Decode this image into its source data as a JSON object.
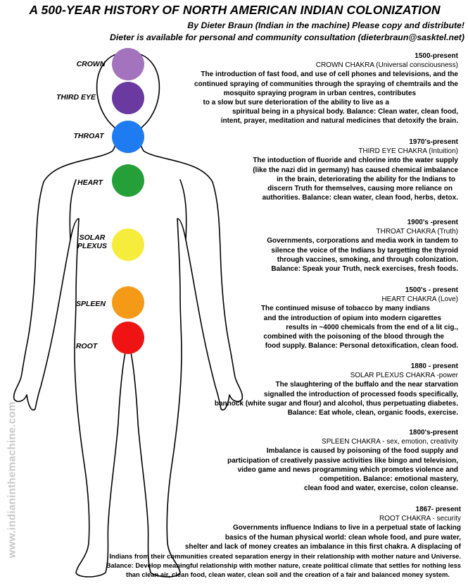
{
  "header": {
    "title": "A 500-YEAR HISTORY OF NORTH AMERICAN INDIAN COLONIZATION",
    "byline": "By Dieter Braun (Indian in the machine)  Please copy and distribute!",
    "contact": "Dieter is available for personal and community consultation (dieterbraun@sasktel.net)"
  },
  "watermark": "www.indianinthemachine.com",
  "chakras": [
    {
      "label": "CROWN",
      "color": "#a373bd"
    },
    {
      "label": "THIRD EYE",
      "color": "#6a3aa0"
    },
    {
      "label": "THROAT",
      "color": "#1e7cf0"
    },
    {
      "label": "HEART",
      "color": "#25a038"
    },
    {
      "label_line1": "SOLAR",
      "label_line2": "PLEXUS",
      "color": "#f6ec3c"
    },
    {
      "label": "SPLEEN",
      "color": "#f59a17"
    },
    {
      "label": "ROOT",
      "color": "#f01313"
    }
  ],
  "sections": [
    {
      "lines": [
        "1500-present",
        "CROWN CHAKRA (Universal consciousness)",
        "The introduction of fast food, and use of cell phones and televisions, and the",
        "continued spraying of communities through the spraying of chemtrails and the",
        "mosquito spraying program in urban centres, contributes",
        "to a slow but sure deterioration of the ability to live as a",
        "spiritual being in a physical body.  Balance:  Clean water, clean food,",
        "intent, prayer, meditation and natural medicines that detoxify the brain."
      ]
    },
    {
      "lines": [
        "1970's-present",
        "THIRD EYE CHAKRA (Intuition)",
        "The intoduction of fluoride and chlorine into the water supply",
        "(like the nazi did in germany) has caused chemical imbalance",
        "in the brain, deteriorating the ability for the Indians to",
        "discern Truth for themselves, causing more reliance on",
        "authorities.  Balance: clean water, clean food, herbs, detox."
      ]
    },
    {
      "lines": [
        "1900's -present",
        "THROAT CHAKRA (Truth)",
        "Governments, corporations and media work in tandem to",
        "silence the voice of the Indians by targetting the thyroid",
        "through vaccines, smoking, and through colonization.",
        "Balance:  Speak your Truth, neck exercises, fresh foods."
      ]
    },
    {
      "lines": [
        "1500's - present",
        "HEART CHAKRA (Love)",
        "The continued misuse of tobacco by many indians",
        "and the introduction of opium into modern cigarettes",
        "results in ~4000 chemicals from the end of a lit cig.,",
        "combined with the poisoning of the blood through the",
        "food supply. Balance: Personal detoxification, clean food."
      ]
    },
    {
      "lines": [
        "1880 - present",
        "SOLAR PLEXUS CHAKRA -power",
        "The slaughtering of the buffalo and the near starvation",
        "signalled the introduction of processed foods specifically,",
        "bannock (white sugar and flour) and alcohol, thus perpetuating diabetes.",
        "Balance: Eat whole, clean, organic foods, exercise."
      ]
    },
    {
      "lines": [
        "1800's-present",
        "SPLEEN CHAKRA - sex, emotion, creativity",
        "Imbalance is caused by poisoning of the food supply and",
        "participation of creatively passive activities like bingo and television,",
        "video game and news programming which promotes violence and",
        "competition. Balance: emotional mastery,",
        "clean food and water, exercise, colon cleanse."
      ]
    },
    {
      "lines": [
        "1867- present",
        "ROOT CHAKRA - security",
        "Governments influence Indians to live in a perpetual state of lacking",
        "basics of the human physical world:  clean whole food, and pure water,",
        "shelter and lack of money creates an imbalance in this first chakra. A displacing of",
        "Indians from their communities created separation energy in their relationship with mother nature and Universe.",
        "Balance: Develop meaningful relationship with mother nature, create political climate that settles for nothing less",
        "than clean air, clean food, clean water, clean soil and the creation of a fair and balanced money system."
      ]
    }
  ]
}
